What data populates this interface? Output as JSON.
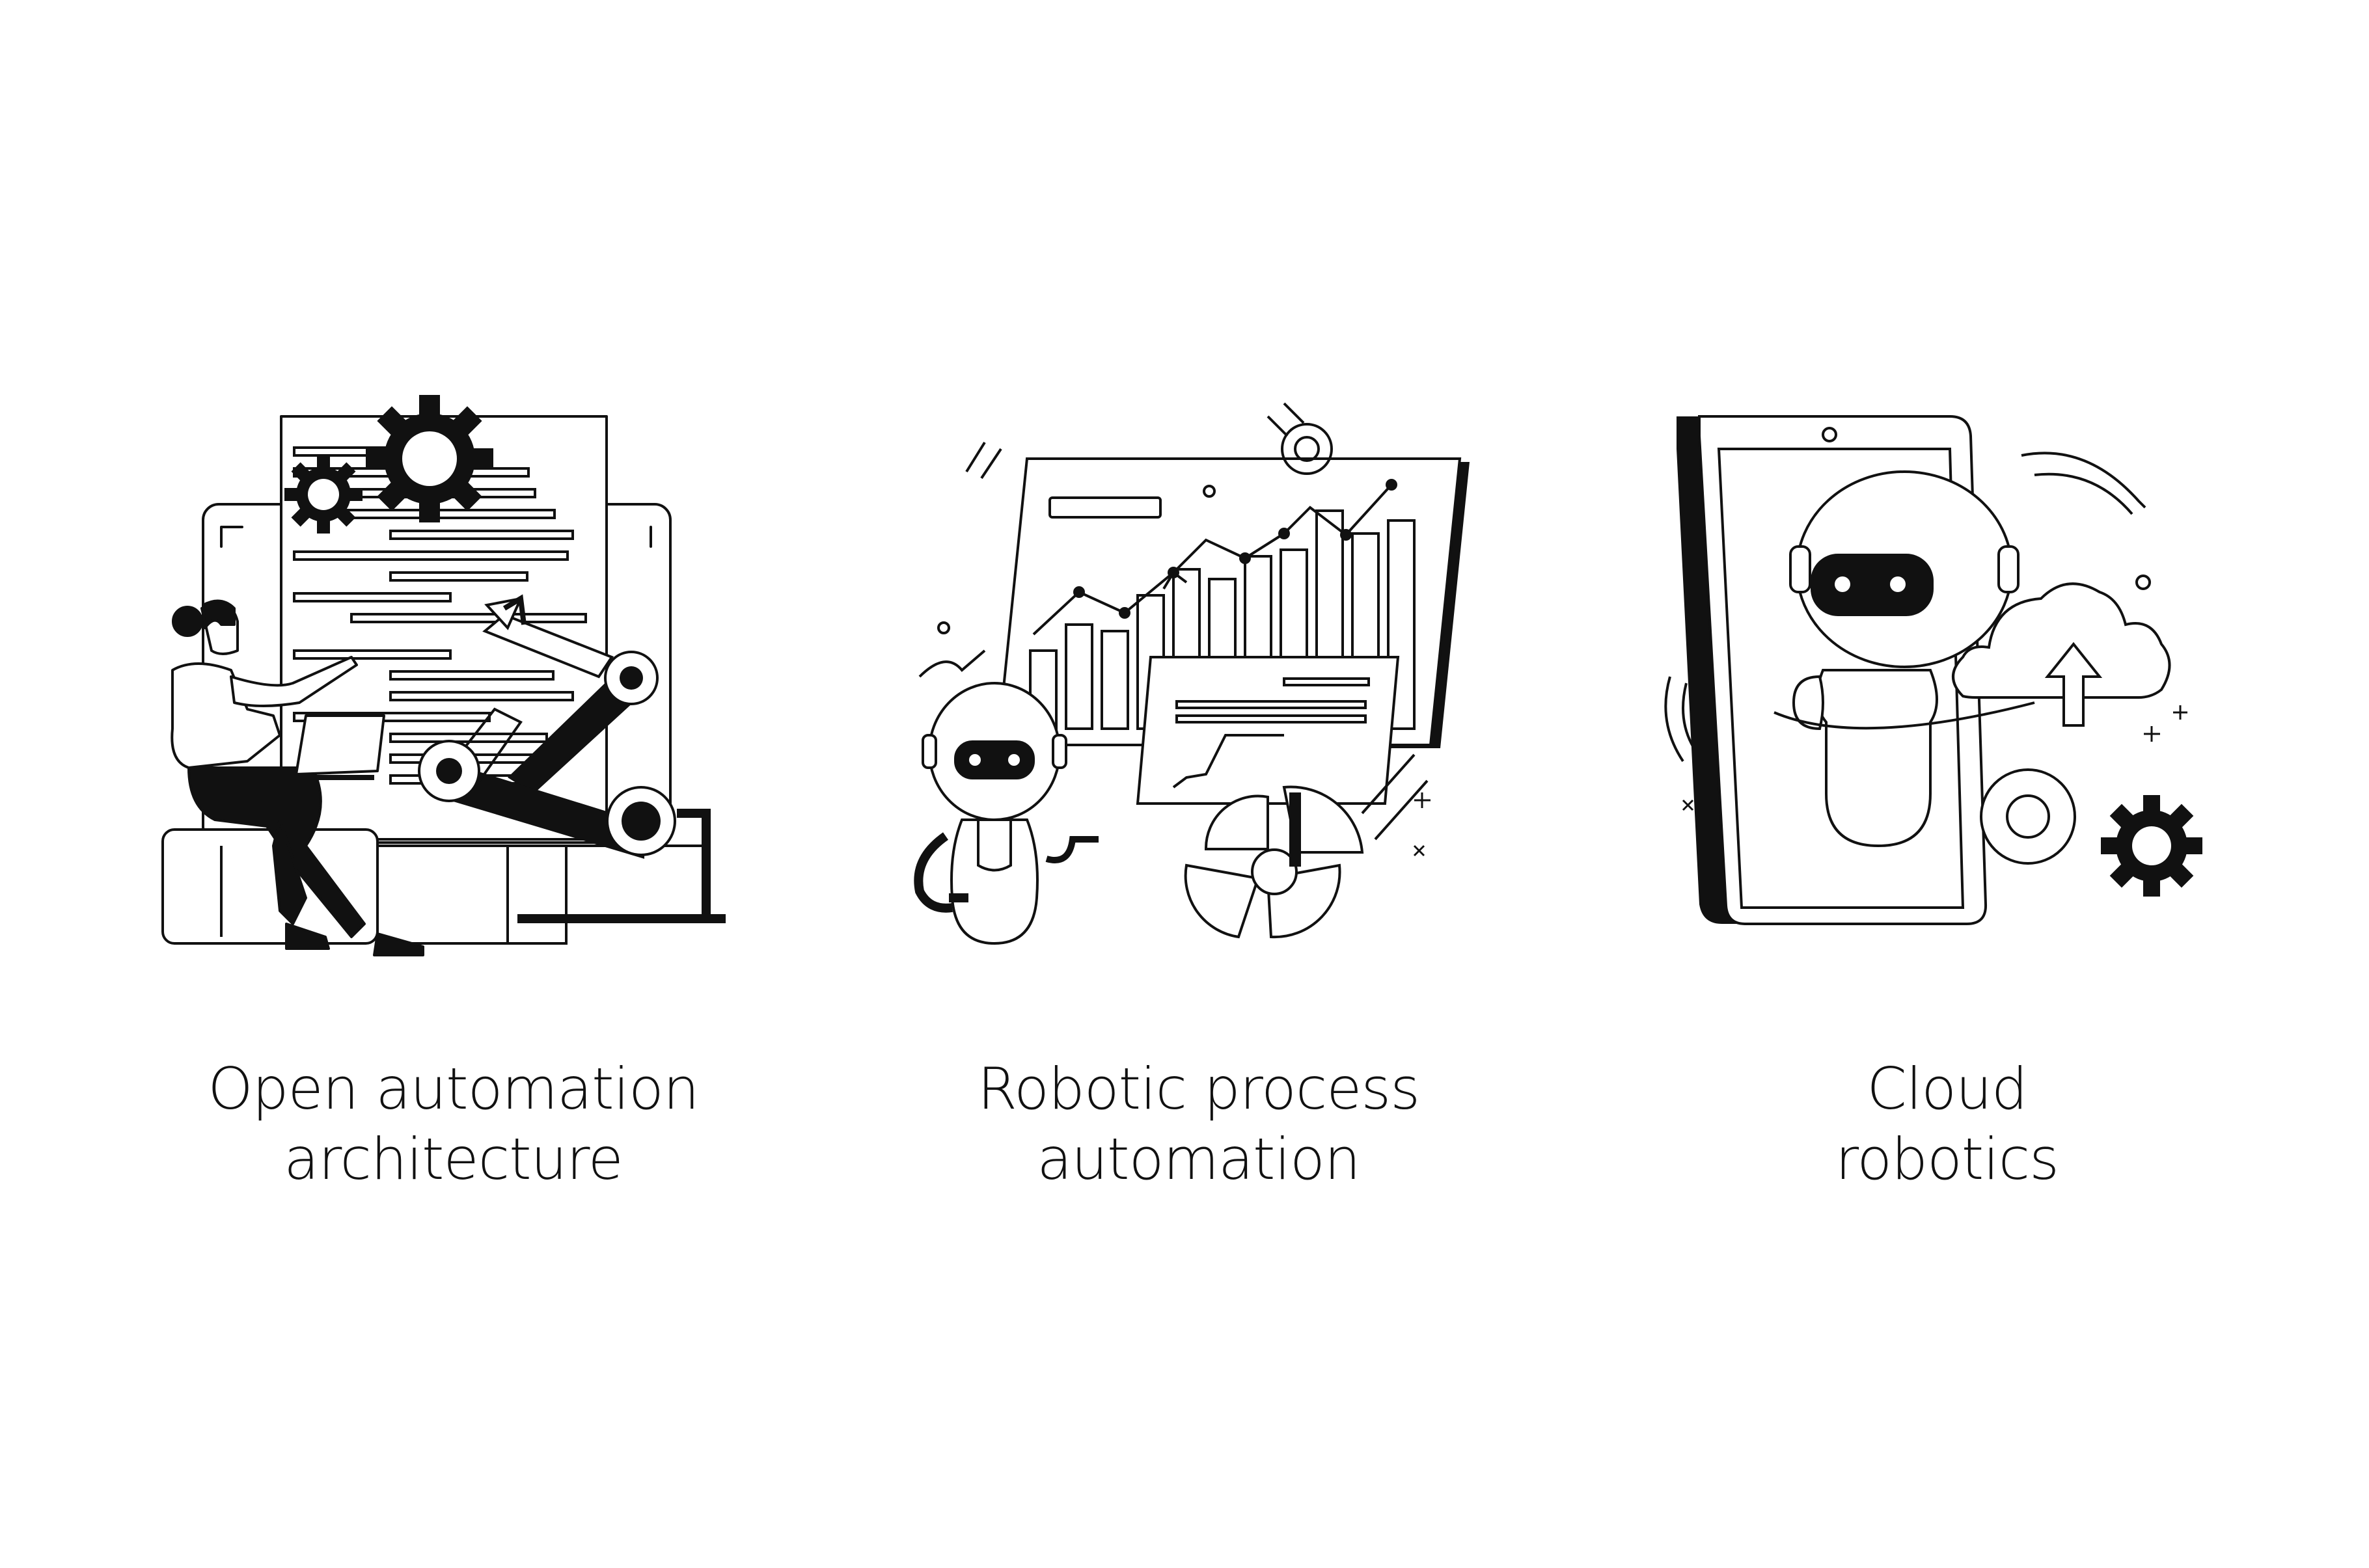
{
  "illustrations": [
    {
      "caption_line1": "Open automation",
      "caption_line2": "architecture",
      "icons": [
        "gear-icon",
        "gear-icon",
        "robotic-arm-icon",
        "laptop-icon",
        "document-icon"
      ]
    },
    {
      "caption_line1": "Robotic process",
      "caption_line2": "automation",
      "icons": [
        "robot-icon",
        "bar-chart-icon",
        "pie-chart-icon",
        "gear-icon"
      ]
    },
    {
      "caption_line1": "Cloud",
      "caption_line2": "robotics",
      "icons": [
        "smartphone-icon",
        "robot-icon",
        "cloud-upload-icon",
        "gear-icon"
      ]
    }
  ],
  "colors": {
    "ink": "#111111",
    "background": "#ffffff"
  }
}
